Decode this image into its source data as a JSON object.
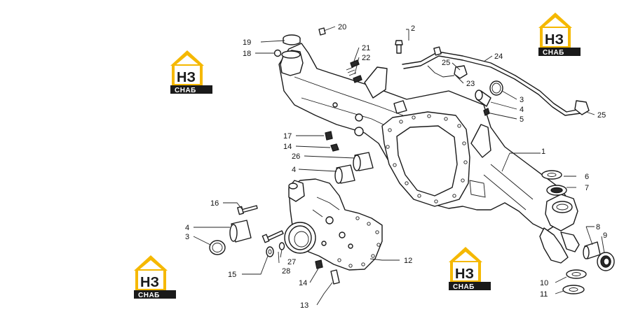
{
  "logo": {
    "mark_text": "НЗ",
    "caption": "СНАБ",
    "accent_color": "#f5b800",
    "dark_color": "#1a1a1a"
  },
  "callouts": [
    {
      "id": "1",
      "text": "1"
    },
    {
      "id": "2",
      "text": "2"
    },
    {
      "id": "3a",
      "text": "3"
    },
    {
      "id": "4a",
      "text": "4"
    },
    {
      "id": "5",
      "text": "5"
    },
    {
      "id": "6",
      "text": "6"
    },
    {
      "id": "7",
      "text": "7"
    },
    {
      "id": "8",
      "text": "8"
    },
    {
      "id": "9",
      "text": "9"
    },
    {
      "id": "10",
      "text": "10"
    },
    {
      "id": "11",
      "text": "11"
    },
    {
      "id": "12",
      "text": "12"
    },
    {
      "id": "13",
      "text": "13"
    },
    {
      "id": "14a",
      "text": "14"
    },
    {
      "id": "14b",
      "text": "14"
    },
    {
      "id": "15",
      "text": "15"
    },
    {
      "id": "16",
      "text": "16"
    },
    {
      "id": "17",
      "text": "17"
    },
    {
      "id": "18",
      "text": "18"
    },
    {
      "id": "19",
      "text": "19"
    },
    {
      "id": "20",
      "text": "20"
    },
    {
      "id": "21",
      "text": "21"
    },
    {
      "id": "22",
      "text": "22"
    },
    {
      "id": "23",
      "text": "23"
    },
    {
      "id": "24",
      "text": "24"
    },
    {
      "id": "25a",
      "text": "25"
    },
    {
      "id": "25b",
      "text": "25"
    },
    {
      "id": "26",
      "text": "26"
    },
    {
      "id": "27",
      "text": "27"
    },
    {
      "id": "28",
      "text": "28"
    },
    {
      "id": "3b",
      "text": "3"
    },
    {
      "id": "4b",
      "text": "4"
    },
    {
      "id": "4c",
      "text": "4"
    }
  ]
}
